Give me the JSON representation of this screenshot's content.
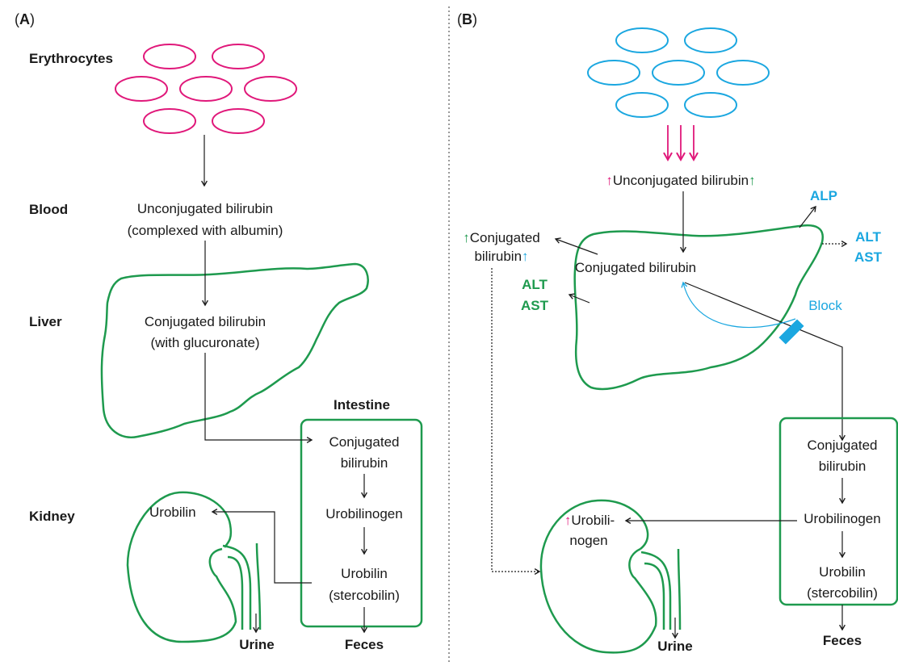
{
  "panel_a": {
    "label_paren_open": "(",
    "label_letter": "A",
    "label_paren_close": ")",
    "row_labels": {
      "erythrocytes": "Erythrocytes",
      "blood": "Blood",
      "liver": "Liver",
      "kidney": "Kidney"
    },
    "blood_text_line1": "Unconjugated bilirubin",
    "blood_text_line2": "(complexed with albumin)",
    "liver_text_line1": "Conjugated bilirubin",
    "liver_text_line2": "(with glucuronate)",
    "intestine_title": "Intestine",
    "intestine_items": [
      "Conjugated",
      "bilirubin",
      "Urobilinogen",
      "Urobilin",
      "(stercobilin)"
    ],
    "kidney_text": "Urobilin",
    "urine": "Urine",
    "feces": "Feces"
  },
  "panel_b": {
    "label_paren_open": "(",
    "label_letter": "B",
    "label_paren_close": ")",
    "unconjugated": "Unconjugated bilirubin",
    "conjugated_liver": "Conjugated bilirubin",
    "conjugated_blood_line1": "Conjugated",
    "conjugated_blood_line2": "bilirubin",
    "alp": "ALP",
    "alt": "ALT",
    "ast": "AST",
    "block": "Block",
    "intestine_items": [
      "Conjugated",
      "bilirubin",
      "Urobilinogen",
      "Urobilin",
      "(stercobilin)"
    ],
    "kidney_line1": "Urobili-",
    "kidney_line2": "nogen",
    "urine": "Urine",
    "feces": "Feces",
    "arrow_up": "↑"
  },
  "colors": {
    "green": "#1e9a4e",
    "cyan": "#1ba7e0",
    "magenta": "#e0187a",
    "line": "#1a1a1a"
  }
}
